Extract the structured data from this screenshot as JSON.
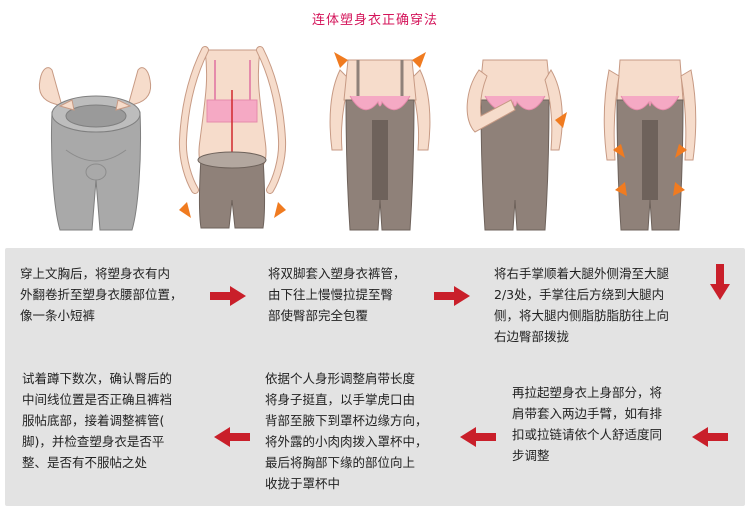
{
  "title": "连体塑身衣正确穿法",
  "colors": {
    "title": "#d4145a",
    "panel": "#e3e3e3",
    "skin": "#f6dccb",
    "skin_line": "#c79a84",
    "bra": "#f5a9c4",
    "bra_dark": "#e58bab",
    "garment": "#8f8179",
    "garment_light": "#b3a79f",
    "garment_gray": "#a9a9a9",
    "guide_line": "#d0282c",
    "orange_arrow": "#f07b20",
    "red_arrow": "#c91f2a"
  },
  "figures": [
    {
      "name": "step-1-figure",
      "icon": "rolled-bodysuit-illustration"
    },
    {
      "name": "step-2-figure",
      "icon": "pull-up-shorts-illustration"
    },
    {
      "name": "step-3-figure",
      "icon": "adjust-straps-illustration"
    },
    {
      "name": "step-4-figure",
      "icon": "scoop-breast-illustration"
    },
    {
      "name": "step-5-figure",
      "icon": "smooth-sides-illustration"
    }
  ],
  "steps": [
    {
      "lines": [
        "穿上文胸后，将塑身衣有内",
        "外翻卷折至塑身衣腰部位置，",
        "像一条小短裤"
      ]
    },
    {
      "lines": [
        "将双脚套入塑身衣裤管，",
        "由下往上慢慢拉提至臀",
        "部使臀部完全包覆"
      ]
    },
    {
      "lines": [
        "将右手掌顺着大腿外侧滑至大腿",
        "2/3处，手掌往后方绕到大腿内",
        "侧，将大腿内侧脂肪脂肪往上向",
        "右边臀部拨拢"
      ]
    },
    {
      "lines": [
        "再拉起塑身衣上身部分，将",
        "肩带套入两边手臂，如有排",
        "扣或拉链请依个人舒适度同",
        "步调整"
      ]
    },
    {
      "lines": [
        "依据个人身形调整肩带长度",
        "将身子挺直，以手掌虎口由",
        "背部至腋下到罩杯边缘方向，",
        "将外露的小肉肉拨入罩杯中，",
        "最后将胸部下缘的部位向上",
        "收拢于罩杯中"
      ]
    },
    {
      "lines": [
        "试着蹲下数次，确认臀后的",
        "中间线位置是否正确且裤裆",
        "服帖底部，接着调整裤管(",
        "脚)，并检查塑身衣是否平",
        "整、是否有不服帖之处"
      ]
    }
  ]
}
